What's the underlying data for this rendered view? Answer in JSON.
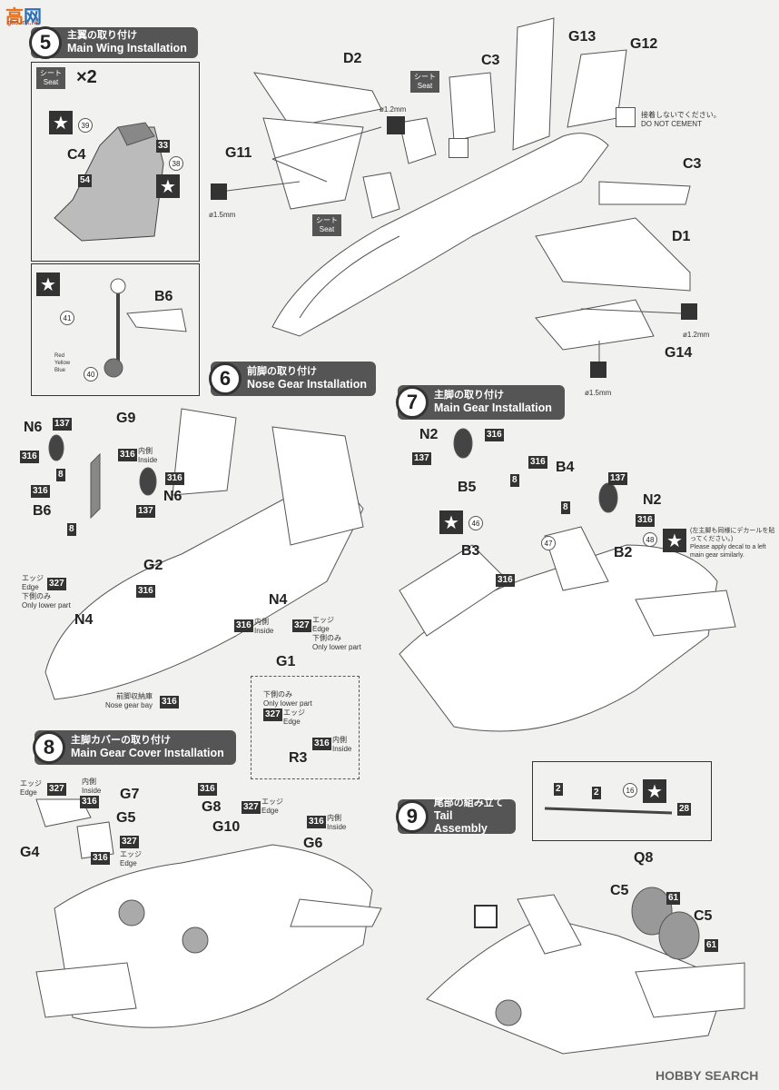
{
  "watermark_top": {
    "left": "高",
    "right": "网",
    "sub": "gao.ink.hk"
  },
  "watermark_bottom": "HOBBY SEARCH",
  "steps": {
    "s5": {
      "num": "5",
      "jp": "主翼の取り付け",
      "en": "Main Wing Installation"
    },
    "s6": {
      "num": "6",
      "jp": "前脚の取り付け",
      "en": "Nose Gear Installation"
    },
    "s7": {
      "num": "7",
      "jp": "主脚の取り付け",
      "en": "Main Gear Installation"
    },
    "s8": {
      "num": "8",
      "jp": "主脚カバーの取り付け",
      "en": "Main Gear Cover Installation"
    },
    "s9": {
      "num": "9",
      "jp": "尾部の組み立て",
      "en": "Tail Assembly"
    }
  },
  "seat": {
    "jp": "シート",
    "en": "Seat"
  },
  "times2": "×2",
  "star": "★",
  "parts": {
    "D2": "D2",
    "C3": "C3",
    "G13": "G13",
    "G12": "G12",
    "G11": "G11",
    "D1": "D1",
    "G14": "G14",
    "C4": "C4",
    "B6": "B6",
    "N6": "N6",
    "G9": "G9",
    "G2": "G2",
    "N4": "N4",
    "G1": "G1",
    "R3": "R3",
    "N2": "N2",
    "B4": "B4",
    "B5": "B5",
    "B3": "B3",
    "B2": "B2",
    "G7": "G7",
    "G8": "G8",
    "G5": "G5",
    "G10": "G10",
    "G4": "G4",
    "G6": "G6",
    "Q8": "Q8",
    "C5": "C5"
  },
  "codes": {
    "c137": "137",
    "c316": "316",
    "c8": "8",
    "c327": "327",
    "c33": "33",
    "c54": "54",
    "c61": "61",
    "c2": "2",
    "c28": "28"
  },
  "decals": {
    "d39": "39",
    "d38": "38",
    "d41": "41",
    "d40": "40",
    "d46": "46",
    "d47": "47",
    "d48": "48",
    "d16": "16"
  },
  "notes": {
    "phi12": "ø1.2mm",
    "phi15": "ø1.5mm",
    "no_cement_jp": "接着しないでください。",
    "no_cement_en": "DO NOT CEMENT",
    "inside_jp": "内側",
    "inside_en": "Inside",
    "edge_jp": "エッジ",
    "edge_en": "Edge",
    "lower_jp": "下側のみ",
    "lower_en": "Only lower part",
    "bay_jp": "前脚収納庫",
    "bay_en": "Nose gear bay",
    "rgb": [
      "Red",
      "Yellow",
      "Blue"
    ],
    "left_decal_jp": "(左主脚も同様にデカールを貼ってください。)",
    "left_decal_en": "Please apply decal to a left main gear similarly."
  }
}
